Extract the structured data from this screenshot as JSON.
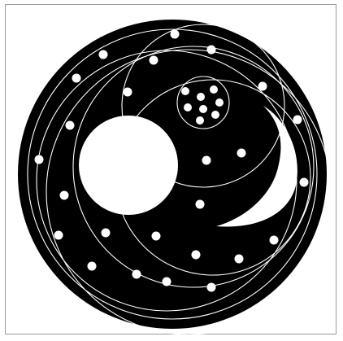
{
  "figure": {
    "background_color": "#ffffff",
    "frame_color": "#9a9a9a",
    "disk_color": "#000000",
    "line_color": "#ffffff",
    "dot_color": "#ffffff",
    "shapes": [
      "outer-disk",
      "full-moon",
      "crescent-moon",
      "star-cluster",
      "scattered-stars",
      "orbit-circles"
    ]
  }
}
